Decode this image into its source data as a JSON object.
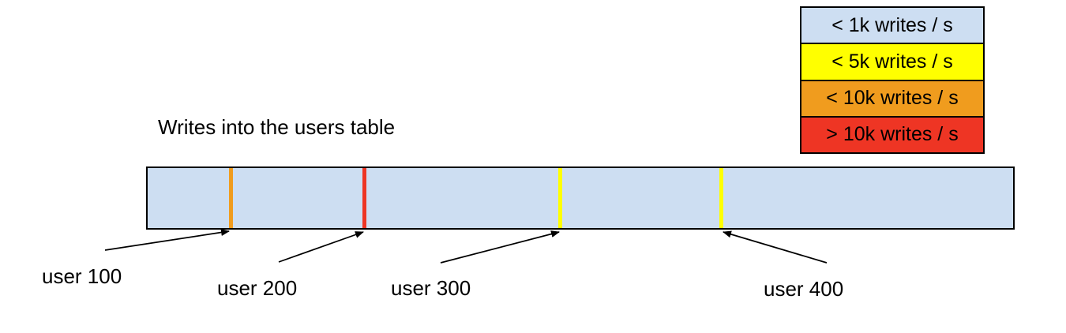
{
  "title": "Writes into the users table",
  "legend": {
    "items": [
      {
        "label": "< 1k writes / s",
        "color": "#cddef2"
      },
      {
        "label": "< 5k writes / s",
        "color": "#ffff00"
      },
      {
        "label": "< 10k writes / s",
        "color": "#f09c1e"
      },
      {
        "label": "> 10k writes / s",
        "color": "#ee3524"
      }
    ]
  },
  "table_bar": {
    "fill": "#cddef2",
    "border_color": "#000000",
    "markers": [
      {
        "label": "user 100",
        "color": "#f09c1e"
      },
      {
        "label": "user 200",
        "color": "#ee3524"
      },
      {
        "label": "user 300",
        "color": "#ffff00"
      },
      {
        "label": "user 400",
        "color": "#ffff00"
      }
    ]
  }
}
